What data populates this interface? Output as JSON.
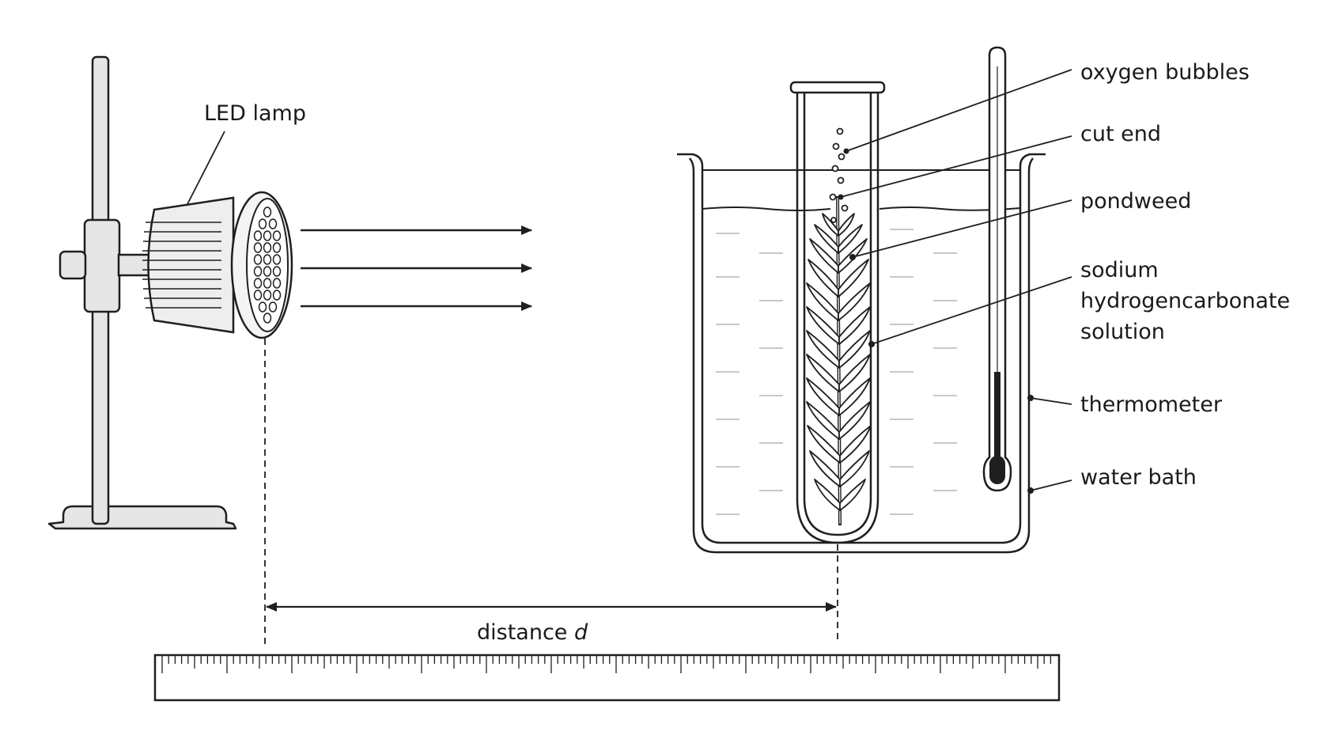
{
  "labels": {
    "led_lamp": "LED lamp",
    "oxygen_bubbles": "oxygen bubbles",
    "cut_end": "cut end",
    "pondweed": "pondweed",
    "solution_line1": "sodium",
    "solution_line2": "hydrogencarbonate",
    "solution_line3": "solution",
    "thermometer": "thermometer",
    "water_bath": "water bath",
    "distance_prefix": "distance ",
    "distance_var": "d"
  },
  "colors": {
    "line": "#1f1f1f",
    "metal": "#e6e6e6",
    "water_dash": "#c8c8c8"
  }
}
